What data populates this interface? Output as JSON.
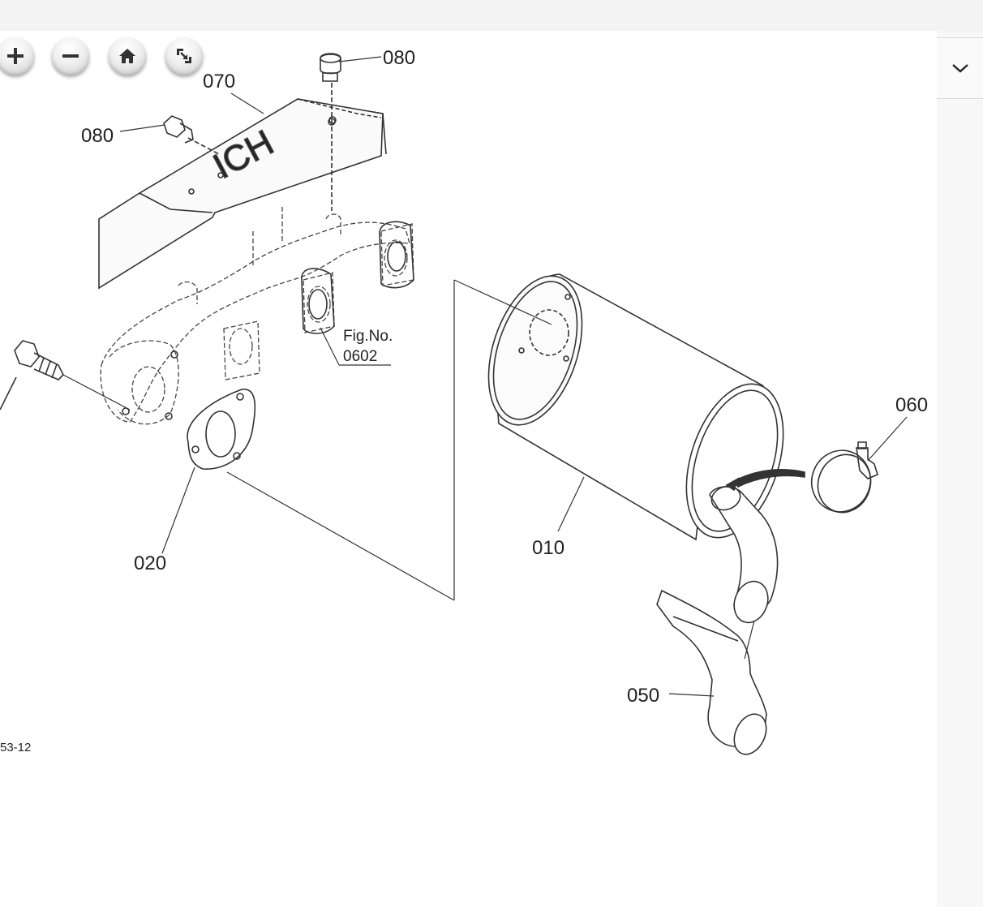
{
  "viewer": {
    "zoom_in_icon": "plus-icon",
    "zoom_out_icon": "minus-icon",
    "home_icon": "home-icon",
    "fit_icon": "fit-screen-icon",
    "collapse_icon": "chevron-down-icon"
  },
  "diagram": {
    "callouts": {
      "p080_top": "080",
      "p080_left": "080",
      "p070": "070",
      "p060": "060",
      "p010": "010",
      "p020": "020",
      "p050": "050"
    },
    "figure_ref": {
      "line1": "Fig.No.",
      "line2": "0602"
    },
    "drawing_code": "53-12",
    "stamp": "ICH"
  }
}
